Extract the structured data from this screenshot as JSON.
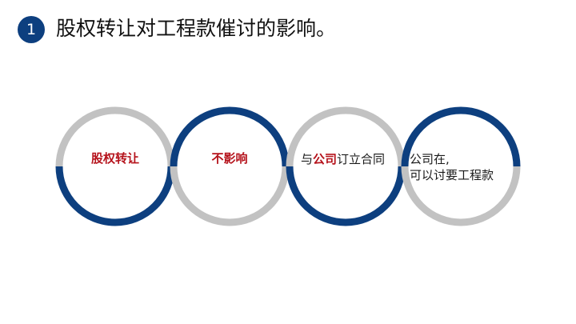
{
  "slide": {
    "number": "1",
    "title": "股权转让对工程款催讨的影响。"
  },
  "rings": [
    {
      "label": "股权转让"
    },
    {
      "label": "不影响"
    },
    {
      "label_prefix": "与",
      "label_accent": "公司",
      "label_suffix": "订立合同"
    },
    {
      "label": "公司在,\n可以讨要工程款"
    }
  ],
  "colors": {
    "navy": "#0d3f7f",
    "gray": "#c2c2c2",
    "accent_red": "#b5121b"
  }
}
